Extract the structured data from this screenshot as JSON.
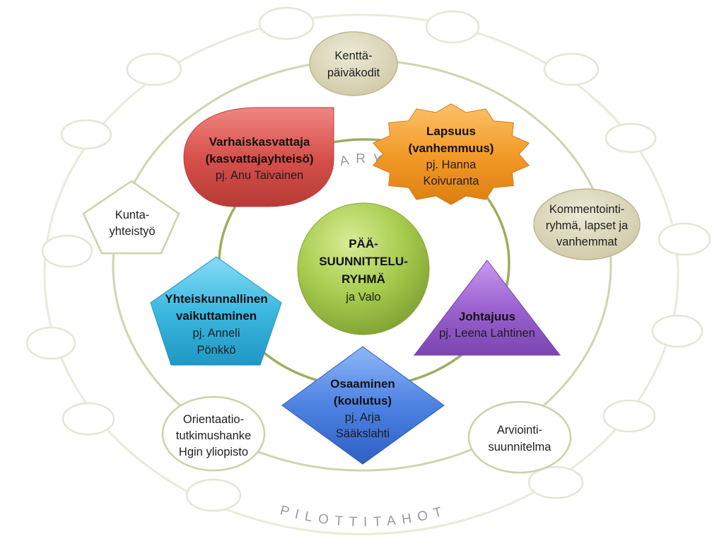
{
  "colors": {
    "outer_ring": "#e7ead8",
    "middle_ring": "#c9d3a8",
    "inner_ring": "#95a859",
    "olive_node": "#d8d3b4",
    "white_node_stroke": "#c9d3a8",
    "red": "#d9534f",
    "orange": "#f39a28",
    "green": "#a3c94a",
    "cyan": "#3ab8e0",
    "purple": "#9b5fce",
    "blue": "#4a7fe0"
  },
  "arc_labels": {
    "inner": "TEEMARYHMÄT",
    "outer": "PILOTTITAHOT"
  },
  "center": {
    "line1": "PÄÄ-",
    "line2": "SUUNNITTELU-",
    "line3": "RYHMÄ",
    "line4": "ja Valo"
  },
  "groups": {
    "varhais": {
      "line1": "Varhaiskasvattaja",
      "line2": "(kasvattajayhteisö)",
      "line3": "pj. Anu Taivainen"
    },
    "lapsuus": {
      "line1": "Lapsuus",
      "line2": "(vanhemmuus)",
      "line3": "pj. Hanna",
      "line4": "Koivuranta"
    },
    "yhteis": {
      "line1": "Yhteiskunnallinen",
      "line2": "vaikuttaminen",
      "line3": "pj. Anneli",
      "line4": "Pönkkö"
    },
    "johtajuus": {
      "line1": "Johtajuus",
      "line2": "pj. Leena Lahtinen"
    },
    "osaaminen": {
      "line1": "Osaaminen",
      "line2": "(koulutus)",
      "line3": "pj. Arja",
      "line4": "Sääkslahti"
    }
  },
  "pilots": {
    "kentta": {
      "line1": "Kenttä-",
      "line2": "päiväkodit"
    },
    "kommentointi": {
      "line1": "Kommentointi-",
      "line2": "ryhmä, lapset ja",
      "line3": "vanhemmat"
    },
    "kunta": {
      "line1": "Kunta-",
      "line2": "yhteistyö"
    },
    "orientaatio": {
      "line1": "Orientaatio-",
      "line2": "tutkimushanke",
      "line3": "Hgin yliopisto"
    },
    "arviointi": {
      "line1": "Arviointi-",
      "line2": "suunnitelma"
    }
  }
}
